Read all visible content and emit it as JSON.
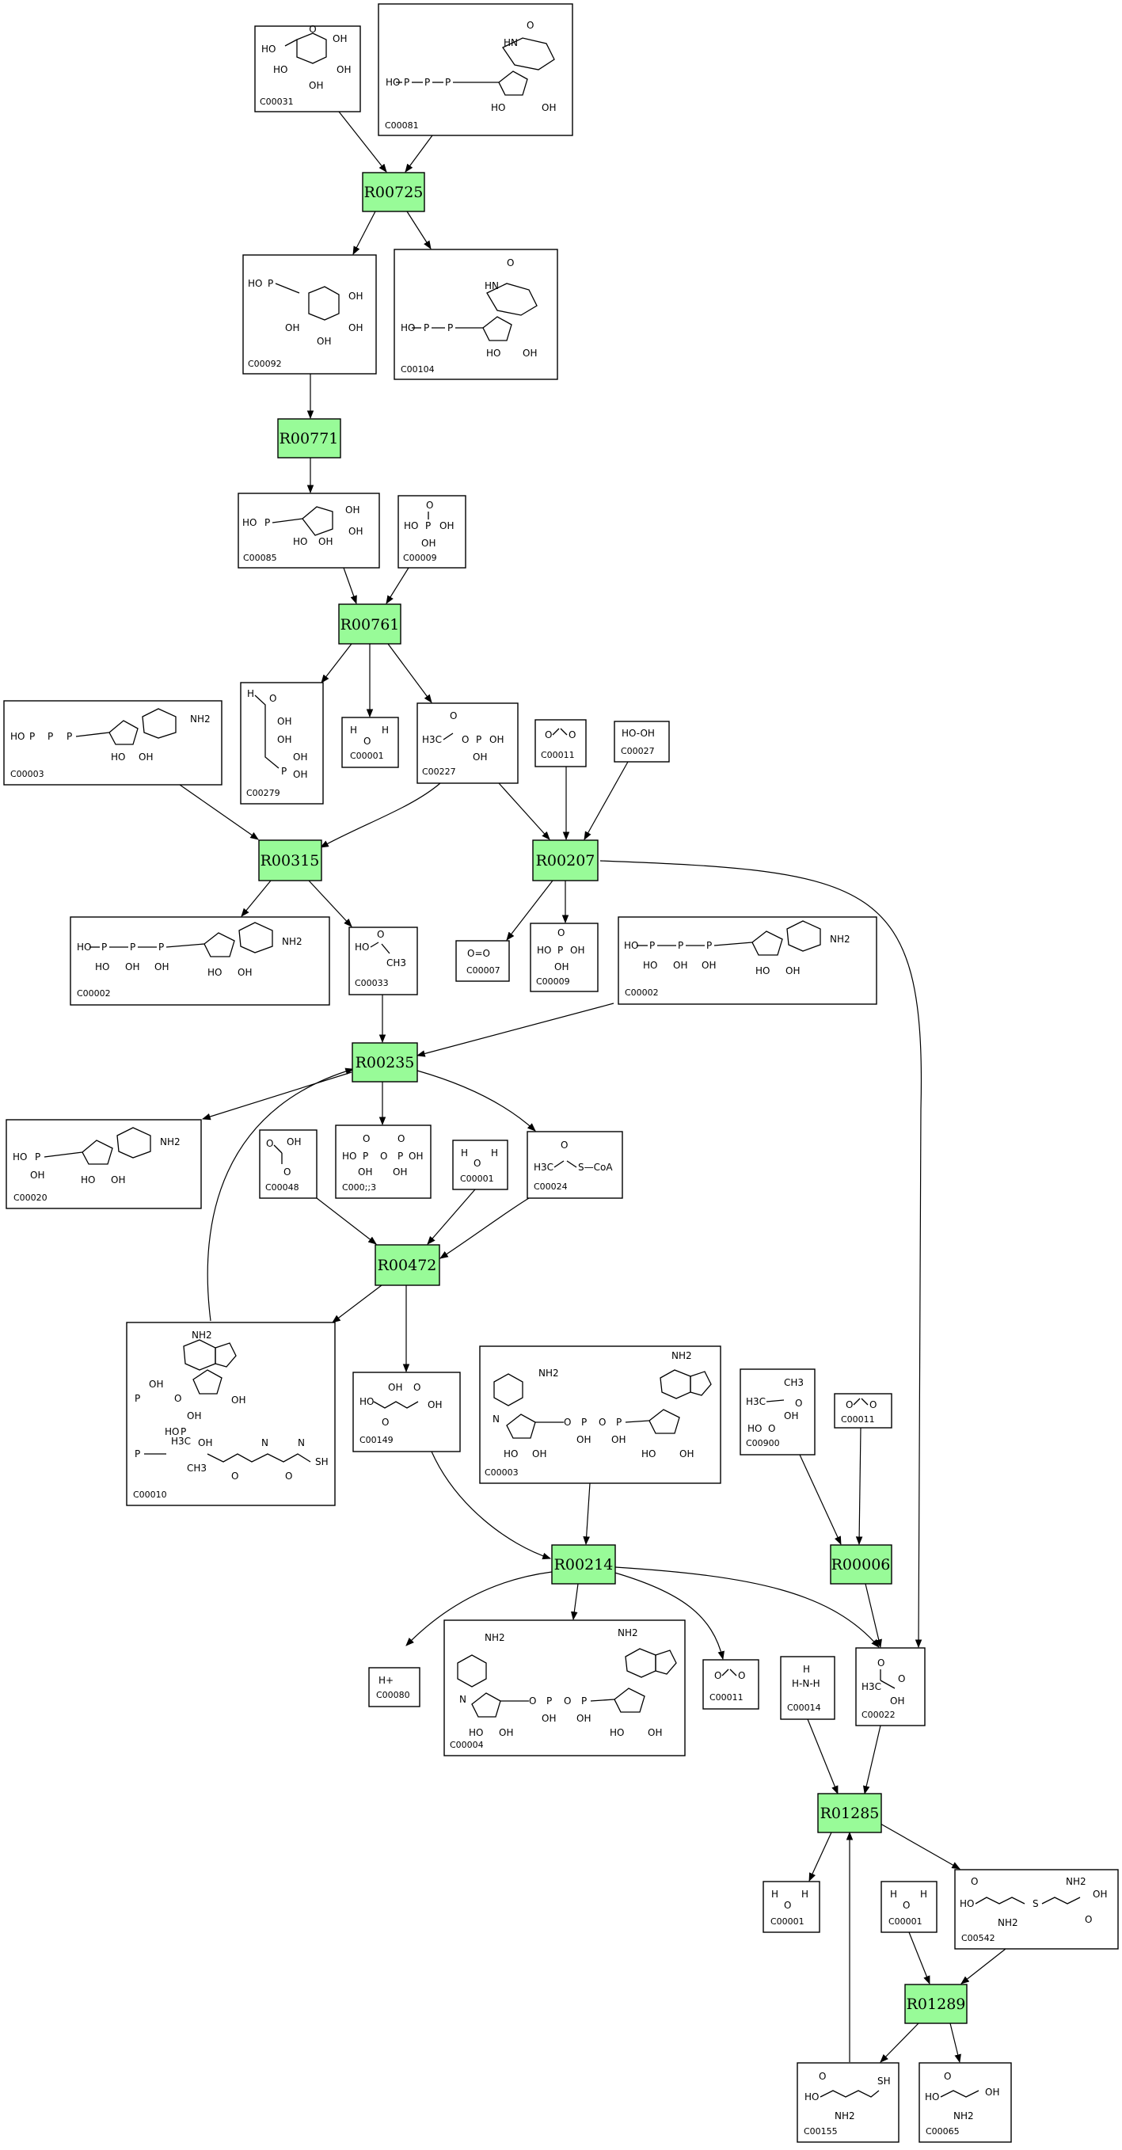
{
  "reactions": [
    {
      "id": "r00725",
      "label": "R00725"
    },
    {
      "id": "r00771",
      "label": "R00771"
    },
    {
      "id": "r00761",
      "label": "R00761"
    },
    {
      "id": "r00315",
      "label": "R00315"
    },
    {
      "id": "r00207",
      "label": "R00207"
    },
    {
      "id": "r00235",
      "label": "R00235"
    },
    {
      "id": "r00472",
      "label": "R00472"
    },
    {
      "id": "r00214",
      "label": "R00214"
    },
    {
      "id": "r00006",
      "label": "R00006"
    },
    {
      "id": "r01285",
      "label": "R01285"
    },
    {
      "id": "r01289",
      "label": "R01289"
    }
  ],
  "compounds": [
    {
      "id": "n_c00031",
      "label": "C00031",
      "mol": "sugar6"
    },
    {
      "id": "n_c00081",
      "label": "C00081",
      "mol": "nucleotide3"
    },
    {
      "id": "n_c00092",
      "label": "C00092",
      "mol": "sugar6p"
    },
    {
      "id": "n_c00104",
      "label": "C00104",
      "mol": "nucleotide2"
    },
    {
      "id": "n_c00085",
      "label": "C00085",
      "mol": "sugar5p"
    },
    {
      "id": "n_c00009a",
      "label": "C00009",
      "mol": "phosphate"
    },
    {
      "id": "n_c00003a",
      "label": "C00003",
      "mol": "amp"
    },
    {
      "id": "n_c00279",
      "label": "C00279",
      "mol": "chain"
    },
    {
      "id": "n_c00001a",
      "label": "C00001",
      "mol": "water"
    },
    {
      "id": "n_c00227",
      "label": "C00227",
      "mol": "acetylp"
    },
    {
      "id": "n_c00011a",
      "label": "C00011",
      "mol": "co2"
    },
    {
      "id": "n_c00027",
      "label": "C00027",
      "mol": "h2o2"
    },
    {
      "id": "n_c00002a",
      "label": "C00002",
      "mol": "atp"
    },
    {
      "id": "n_c00033",
      "label": "C00033",
      "mol": "acetate"
    },
    {
      "id": "n_c00007",
      "label": "C00007",
      "mol": "o2"
    },
    {
      "id": "n_c00009b",
      "label": "C00009",
      "mol": "phosphate"
    },
    {
      "id": "n_c00002b",
      "label": "C00002",
      "mol": "atp"
    },
    {
      "id": "n_c00020",
      "label": "C00020",
      "mol": "amp"
    },
    {
      "id": "n_c00048",
      "label": "C00048",
      "mol": "glyoxylate"
    },
    {
      "id": "n_c00013",
      "label": "C000;;3",
      "mol": "ppi"
    },
    {
      "id": "n_c00001b",
      "label": "C00001",
      "mol": "water"
    },
    {
      "id": "n_c00024",
      "label": "C00024",
      "mol": "acetylcoa"
    },
    {
      "id": "n_c00010",
      "label": "C00010",
      "mol": "coa"
    },
    {
      "id": "n_c00149",
      "label": "C00149",
      "mol": "malate"
    },
    {
      "id": "n_c00003b",
      "label": "C00003",
      "mol": "nad"
    },
    {
      "id": "n_c00900",
      "label": "C00900",
      "mol": "acetolactate"
    },
    {
      "id": "n_c00011b",
      "label": "C00011",
      "mol": "co2"
    },
    {
      "id": "n_c00080",
      "label": "C00080",
      "mol": "proton"
    },
    {
      "id": "n_c00004",
      "label": "C00004",
      "mol": "nadh"
    },
    {
      "id": "n_c00011c",
      "label": "C00011",
      "mol": "co2"
    },
    {
      "id": "n_c00014",
      "label": "C00014",
      "mol": "ammonia"
    },
    {
      "id": "n_c00022",
      "label": "C00022",
      "mol": "pyruvate"
    },
    {
      "id": "n_c00001c",
      "label": "C00001",
      "mol": "water"
    },
    {
      "id": "n_c00001d",
      "label": "C00001",
      "mol": "water"
    },
    {
      "id": "n_c00542",
      "label": "C00542",
      "mol": "cystathionine"
    },
    {
      "id": "n_c00155",
      "label": "C00155",
      "mol": "homocysteine"
    },
    {
      "id": "n_c00065",
      "label": "C00065",
      "mol": "serine"
    }
  ],
  "atoms": {
    "OH": "OH",
    "HO": "HO",
    "O": "O",
    "P": "P",
    "N": "N",
    "NH2": "NH2",
    "HN": "HN",
    "H": "H",
    "H3C": "H3C",
    "CH3": "CH3",
    "SH": "SH",
    "S": "S",
    "SCoA": "S—CoA",
    "O2": "O=O",
    "H2O2": "HO-OH",
    "Hplus": "H+",
    "NH3": "H-N-H"
  }
}
